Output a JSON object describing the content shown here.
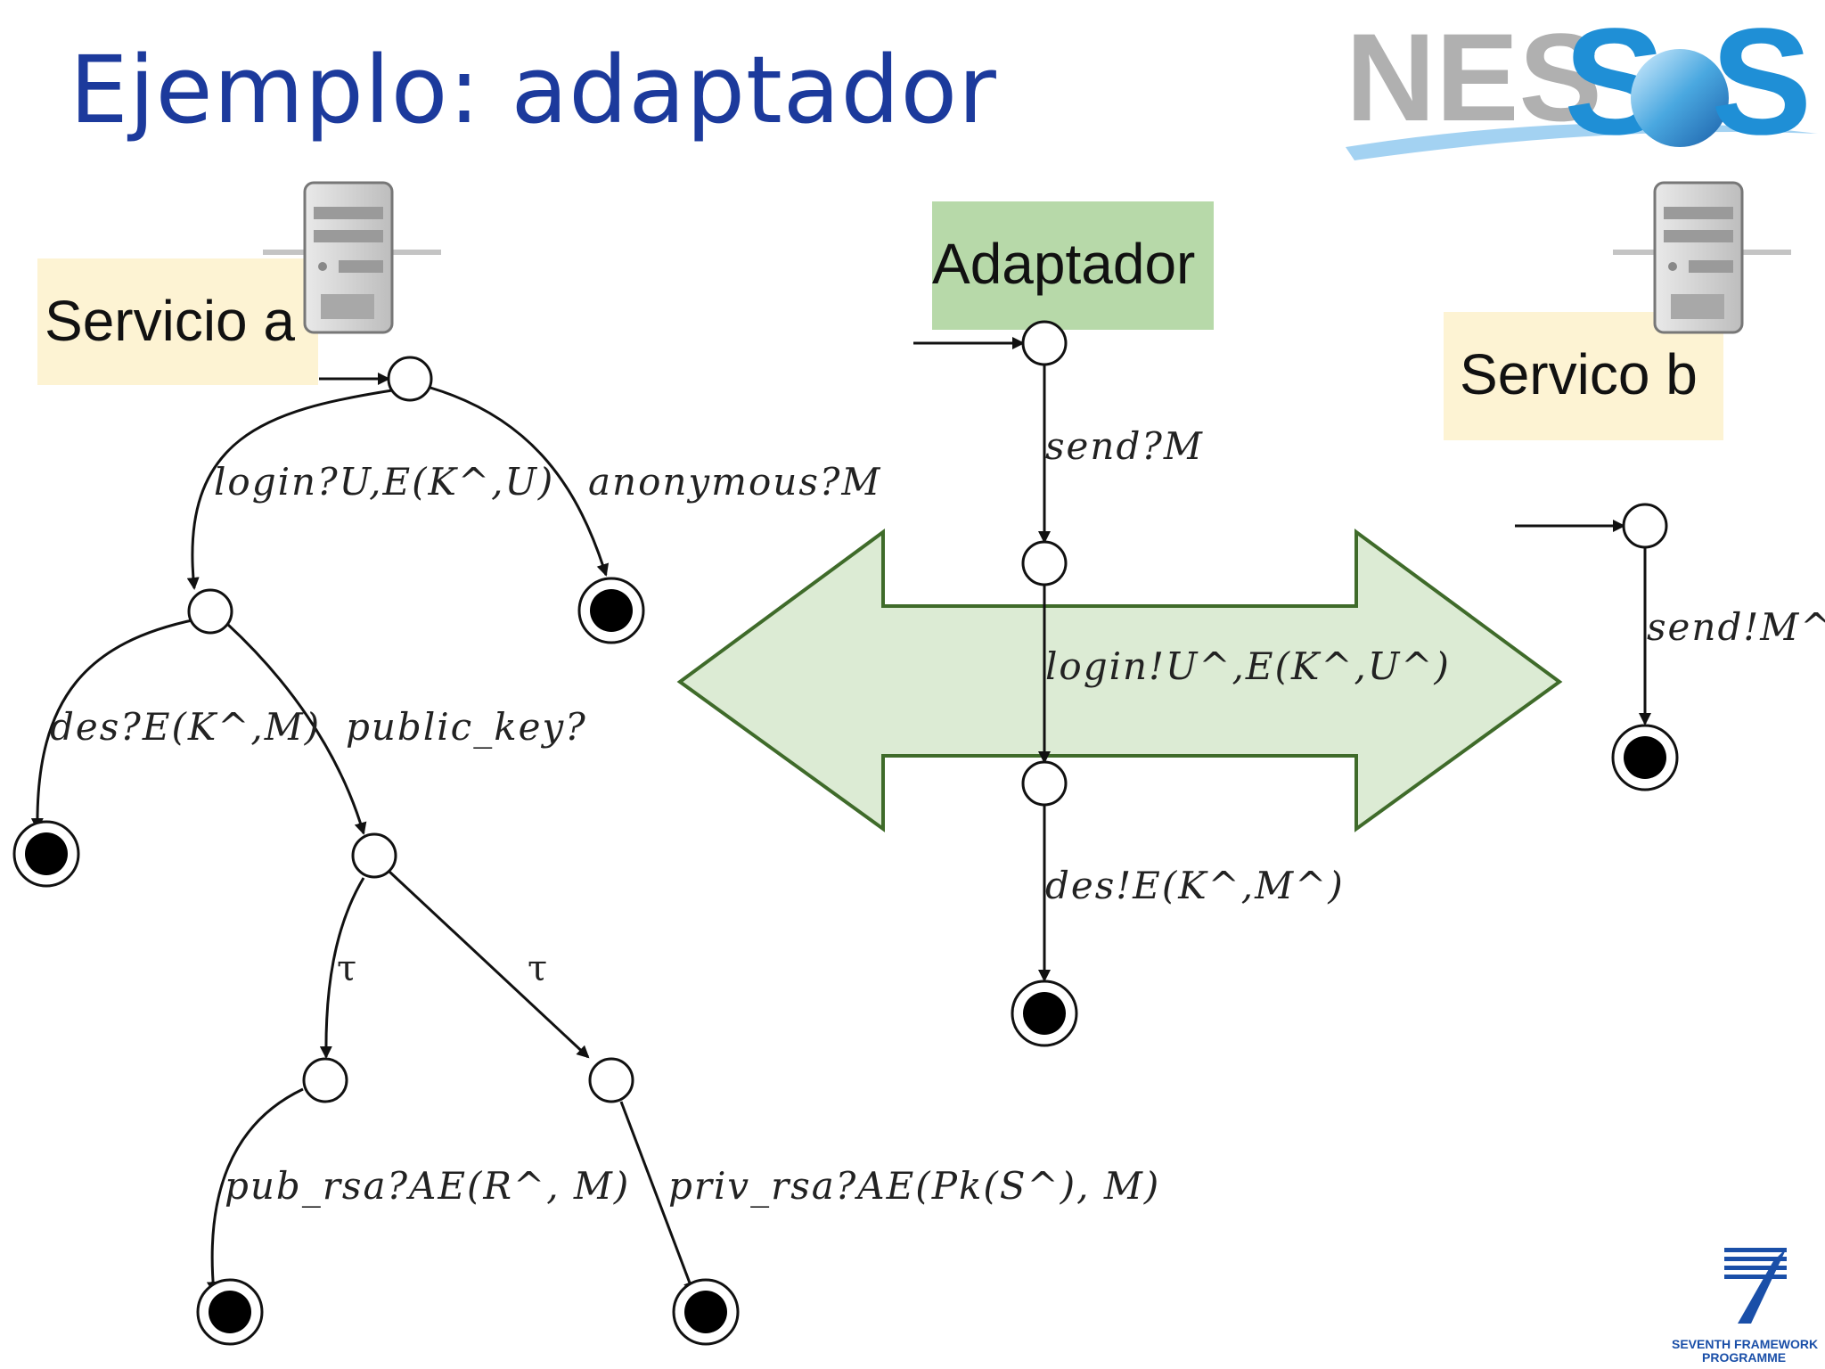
{
  "title": "Ejemplo: adaptador",
  "logo": {
    "text_nes": "NES",
    "text_s1": "S",
    "text_s2": "S",
    "text_s3": "S"
  },
  "footer_logo": {
    "line1": "SEVENTH FRAMEWORK",
    "line2": "PROGRAMME"
  },
  "service_a": {
    "label": "Servicio a",
    "edges": [
      "login?U,E(K^,U)",
      "anonymous?M",
      "des?E(K^,M)",
      "public_key?",
      "τ",
      "τ",
      "pub_rsa?AE(R^, M)",
      "priv_rsa?AE(Pk(S^), M)"
    ]
  },
  "adapter": {
    "label": "Adaptador",
    "edges": [
      "send?M",
      "login!U^,E(K^,U^)",
      "des!E(K^,M^)"
    ]
  },
  "service_b": {
    "label": "Servico b",
    "edges": [
      "send!M^"
    ]
  },
  "colors": {
    "title": "#1c3a9c",
    "service_box": "#fdf3d3",
    "adapter_box": "#b7d9a9",
    "arrow_fill": "#dcebd4",
    "arrow_stroke": "#3f6b2a"
  }
}
